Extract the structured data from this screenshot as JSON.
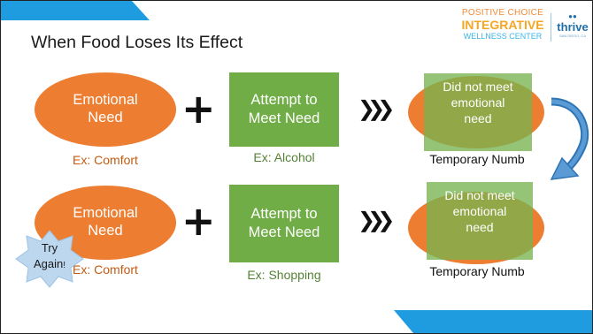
{
  "title": "When Food Loses Its Effect",
  "logo": {
    "line1": "POSITIVE CHOICE",
    "line2": "INTEGRATIVE",
    "line3": "WELLNESS CENTER",
    "brand": "thrive",
    "brand_sub": "SAN DIEGO, CA"
  },
  "row1": {
    "need_label": "Emotional\nNeed",
    "need_example": "Ex: Comfort",
    "plus": "+",
    "attempt_label": "Attempt to\nMeet Need",
    "attempt_example": "Ex: Alcohol",
    "arrows": "❯❯❯",
    "result_label": "Did not meet\nemotional\nneed",
    "result_caption": "Temporary Numb"
  },
  "row2": {
    "need_label": "Emotional\nNeed",
    "need_example": "Ex: Comfort",
    "plus": "+",
    "attempt_label": "Attempt to\nMeet Need",
    "attempt_example": "Ex: Shopping",
    "arrows": "❯❯❯",
    "result_label": "Did not meet\nemotional\nneed",
    "result_caption": "Temporary Numb"
  },
  "try_again": {
    "line1": "Try",
    "line2": "Again",
    "mark": "!"
  },
  "colors": {
    "orange": "#ed7d31",
    "green": "#70ad47",
    "accent_blue": "#1f9be0",
    "connector_blue": "#2e74b5"
  }
}
